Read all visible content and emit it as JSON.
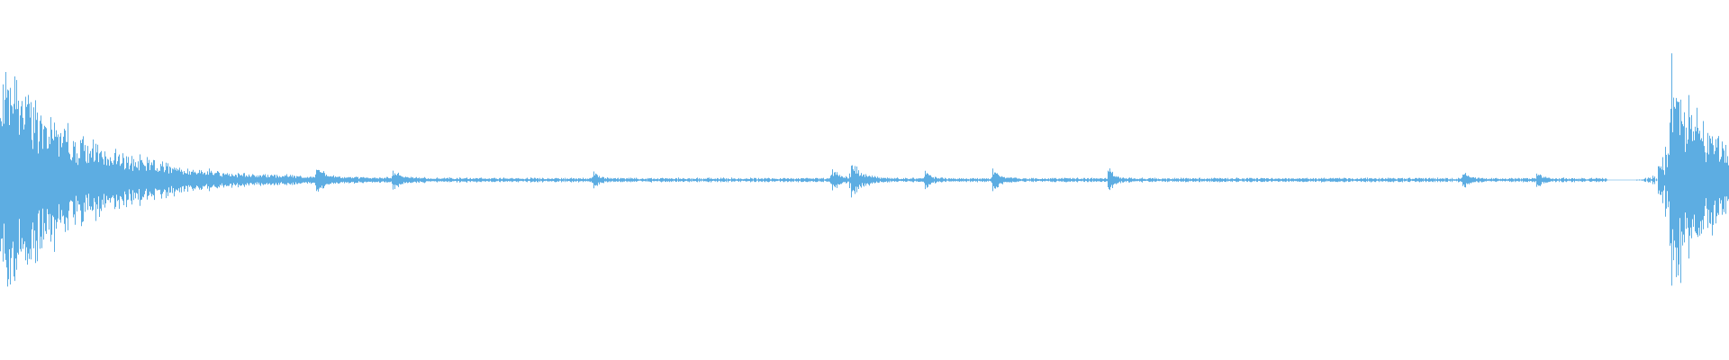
{
  "waveform": {
    "color": "#5dade2",
    "background": "#ffffff",
    "samples": {
      "count": 1920,
      "bursts": [
        {
          "pos": 0.0,
          "peak": 0.98,
          "decay": 0.045
        },
        {
          "pos": 0.183,
          "peak": 0.12,
          "decay": 0.004
        },
        {
          "pos": 0.227,
          "peak": 0.1,
          "decay": 0.004
        },
        {
          "pos": 0.343,
          "peak": 0.08,
          "decay": 0.003
        },
        {
          "pos": 0.481,
          "peak": 0.09,
          "decay": 0.004
        },
        {
          "pos": 0.492,
          "peak": 0.16,
          "decay": 0.006
        },
        {
          "pos": 0.535,
          "peak": 0.08,
          "decay": 0.003
        },
        {
          "pos": 0.574,
          "peak": 0.09,
          "decay": 0.004
        },
        {
          "pos": 0.641,
          "peak": 0.12,
          "decay": 0.003
        },
        {
          "pos": 0.846,
          "peak": 0.08,
          "decay": 0.003
        },
        {
          "pos": 0.889,
          "peak": 0.07,
          "decay": 0.003
        },
        {
          "pos": 0.966,
          "peak": 1.0,
          "decay": 0.025
        }
      ],
      "silence_from": 0.93,
      "silence_to": 0.964,
      "noise_floor": 0.012
    }
  }
}
